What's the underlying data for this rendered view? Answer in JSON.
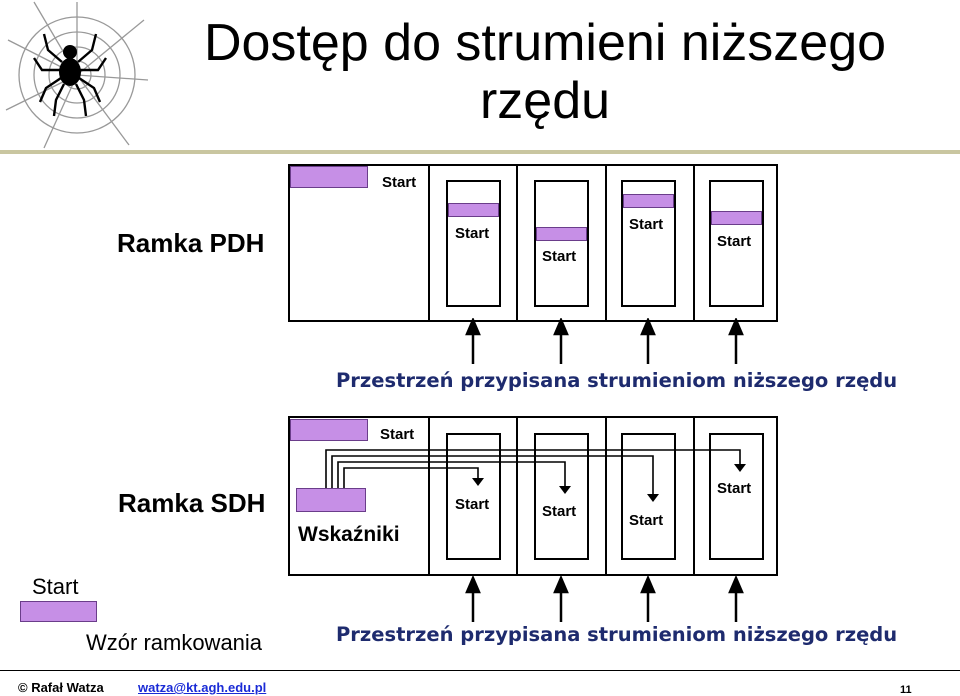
{
  "title": "Dostęp do strumieni niższego rzędu",
  "pdh": {
    "label": "Ramka PDH",
    "start_labels": [
      "Start",
      "Start",
      "Start",
      "Start",
      "Start"
    ],
    "caption": "Przestrzeń przypisana strumieniom niższego rzędu"
  },
  "sdh": {
    "label": "Ramka SDH",
    "top_start": "Start",
    "pointers_label": "Wskaźniki",
    "start_labels": [
      "Start",
      "Start",
      "Start",
      "Start"
    ],
    "caption": "Przestrzeń przypisana strumieniom niższego rzędu"
  },
  "legend": {
    "start": "Start",
    "pattern_label": "Wzór ramkowania"
  },
  "footer": {
    "author": "© Rafał Watza",
    "email": "watza@kt.agh.edu.pl",
    "page": "11"
  },
  "colors": {
    "framing_pattern": "#c68fe6",
    "caption_text": "#1e2b6e",
    "email": "#1a2bd6"
  },
  "icons": [
    "spider-web-logo-icon",
    "arrow-up-icon",
    "arrow-down-icon"
  ]
}
